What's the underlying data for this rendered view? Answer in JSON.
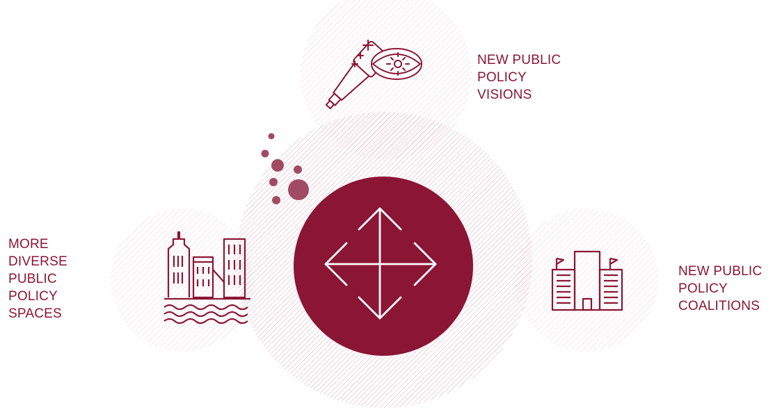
{
  "colors": {
    "primary": "#8b1535",
    "hatch_light": "#ecd3d9",
    "hatch_dense": "#e2bcc5",
    "bubble": "#a04a63",
    "background": "#ffffff"
  },
  "labels": {
    "visions": [
      "NEW PUBLIC",
      "POLICY",
      "VISIONS"
    ],
    "spaces": [
      "MORE",
      "DIVERSE",
      "PUBLIC",
      "POLICY",
      "SPACES"
    ],
    "coalitions": [
      "NEW PUBLIC",
      "POLICY",
      "COALITIONS"
    ]
  },
  "icons": {
    "center": "four-way-arrows-icon",
    "top": "telescope-eye-icon",
    "left": "city-waterfront-icon",
    "right": "office-buildings-flags-icon"
  }
}
